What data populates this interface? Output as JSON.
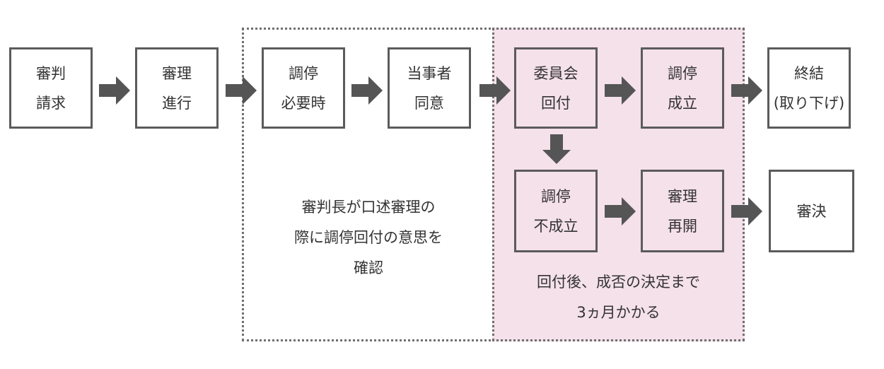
{
  "colors": {
    "box_border": "#5b5b5b",
    "arrow": "#555555",
    "highlight_fill": "#f5e1ea",
    "region_border": "#6f6f6f"
  },
  "boxes": {
    "request": "審判\n請求",
    "proceeding": "審理\n進行",
    "mediation_needed": "調停\n必要時",
    "party_consent": "当事者\n同意",
    "committee_referral": "委員会\n回付",
    "mediation_success": "調停\n成立",
    "conclusion": "終結\n(取り下げ)",
    "mediation_failure": "調停\n不成立",
    "hearing_resume": "審理\n再開",
    "decision": "審決"
  },
  "notes": {
    "left_region": "審判長が口述審理の\n際に調停回付の意思を\n確認",
    "right_region": "回付後、成否の決定まで\n3ヵ月かかる"
  }
}
